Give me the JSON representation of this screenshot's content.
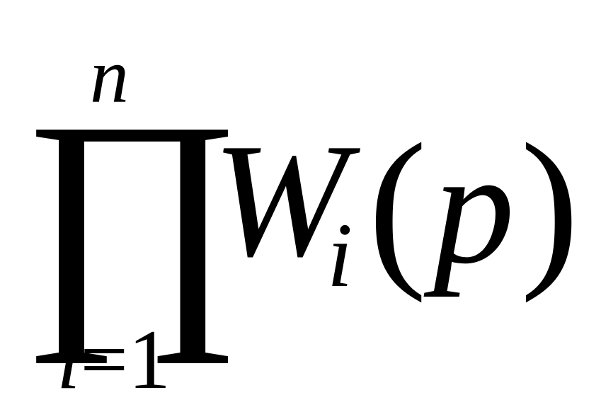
{
  "formula": {
    "operator": "∏",
    "upper_limit": "n",
    "lower_limit_var": "i",
    "lower_limit_eq": "=",
    "lower_limit_value": "1",
    "function_name": "W",
    "function_subscript": "i",
    "left_paren": "(",
    "argument": "p",
    "right_paren": ")"
  }
}
